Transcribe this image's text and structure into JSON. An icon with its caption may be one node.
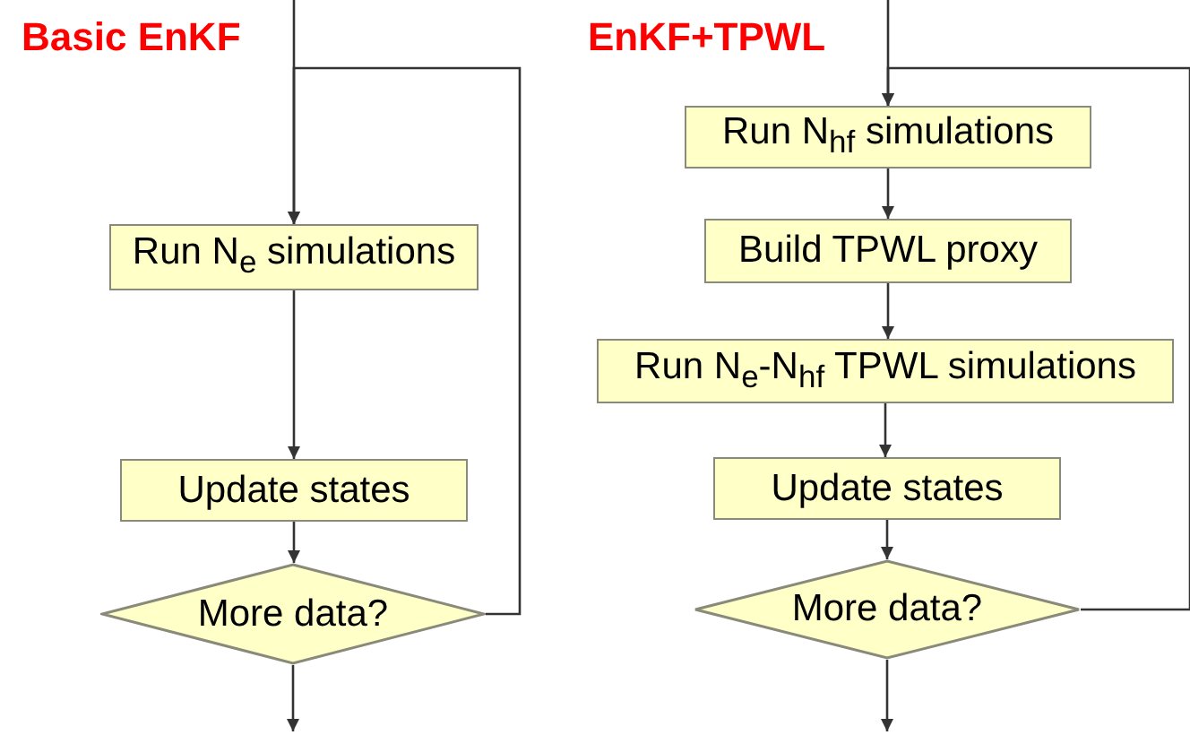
{
  "diagram": {
    "nodes": [
      {
        "text": [
          "Run N$_{e}$ simulations"
        ]
      },
      {
        "text": [
          "Update states"
        ]
      },
      {
        "text": [
          "More data?"
        ]
      },
      {
        "text": [
          "Run N$_{hf}$ simulations"
        ]
      },
      {
        "text": [
          "Build TPWL proxy"
        ]
      },
      {
        "text": [
          "Run N$_{e}$-N$_{hf}$ TPWL simulations"
        ]
      },
      {
        "text": [
          "Update states"
        ]
      },
      {
        "text": [
          "More data?"
        ]
      }
    ],
    "edges": [
      {
        "from": null,
        "to": 0,
        "arrow": "to"
      },
      {
        "from": 2,
        "to": 0,
        "arrow": "to"
      },
      {
        "from": 0,
        "to": 1,
        "arrow": "to"
      },
      {
        "from": 1,
        "to": 2,
        "arrow": "to"
      },
      {
        "from": 2,
        "to": null,
        "arrow": "to"
      },
      {
        "from": null,
        "to": 3,
        "arrow": "to"
      },
      {
        "from": 7,
        "to": 3,
        "arrow": "to"
      },
      {
        "from": 3,
        "to": 4,
        "arrow": "to"
      },
      {
        "from": 4,
        "to": 5,
        "arrow": "to"
      },
      {
        "from": 5,
        "to": 6,
        "arrow": "to"
      },
      {
        "from": 6,
        "to": 7,
        "arrow": "to"
      },
      {
        "from": 7,
        "to": null,
        "arrow": "to"
      }
    ],
    "labels": [
      "Basic EnKF",
      "EnKF+TPWL"
    ]
  }
}
